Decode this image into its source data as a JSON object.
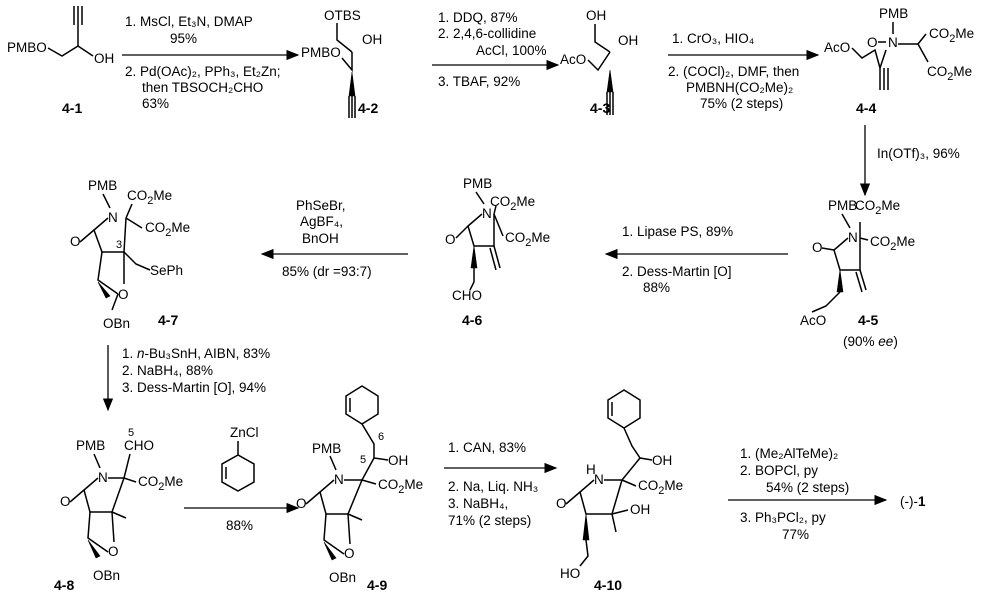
{
  "compounds": {
    "c41": "4-1",
    "c42": "4-2",
    "c43": "4-3",
    "c44": "4-4",
    "c45": "4-5",
    "c46": "4-6",
    "c47": "4-7",
    "c48": "4-8",
    "c49": "4-9",
    "c410": "4-10",
    "final_prefix": "(-)-",
    "final_num": "1"
  },
  "ee": {
    "open": "(90% ",
    "ee": "ee",
    "close": ")"
  },
  "atoms": {
    "pmbo": "PMBO",
    "oh": "OH",
    "otbs": "OTBS",
    "aco": "AcO",
    "pmb": "PMB",
    "n": "N",
    "o": "O",
    "co2me": "CO",
    "me": "Me",
    "two": "2",
    "otf": "OTf",
    "sephe": "SePh",
    "obn": "OBn",
    "cho": "CHO",
    "znc": "ZnCl",
    "h": "H",
    "ho": "HO",
    "three": "3",
    "five": "5",
    "six": "6"
  },
  "steps": {
    "s1": {
      "l1": "1. MsCl, Et₃N, DMAP",
      "l2": "95%",
      "l3": "2. Pd(OAc)₂, PPh₃, Et₂Zn;",
      "l4": "then TBSOCH₂CHO",
      "l5": "63%"
    },
    "s2": {
      "l1": "1. DDQ, 87%",
      "l2": "2. 2,4,6-collidine",
      "l3": "AcCl, 100%",
      "l4": "3. TBAF, 92%"
    },
    "s3": {
      "l1": "1. CrO₃, HIO₄",
      "l2": "2. (COCl)₂, DMF, then",
      "l3": "PMBNH(CO₂Me)₂",
      "l4": "75% (2 steps)"
    },
    "s4": {
      "l1": "In(OTf)₃, 96%"
    },
    "s5": {
      "l1": "1. Lipase PS, 89%",
      "l2": "2. Dess-Martin [O]",
      "l3": "88%"
    },
    "s6": {
      "l1": "PhSeBr,",
      "l2": "AgBF₄,",
      "l3": "BnOH",
      "l4": "85% (dr =93:7)"
    },
    "s7": {
      "l1a": "1. ",
      "l1b": "n",
      "l1c": "-Bu₃SnH, AIBN, 83%",
      "l2": "2. NaBH₄, 88%",
      "l3": "3. Dess-Martin [O], 94%"
    },
    "s8": {
      "l1": "88%"
    },
    "s9": {
      "l1": "1. CAN, 83%",
      "l2": "2. Na, Liq. NH₃",
      "l3": "3. NaBH₄,",
      "l4": "71% (2 steps)"
    },
    "s10": {
      "l1": "1. (Me₂AlTeMe)₂",
      "l2": "2. BOPCl, py",
      "l3": "54% (2 steps)",
      "l4": "3. Ph₃PCl₂, py",
      "l5": "77%"
    }
  }
}
